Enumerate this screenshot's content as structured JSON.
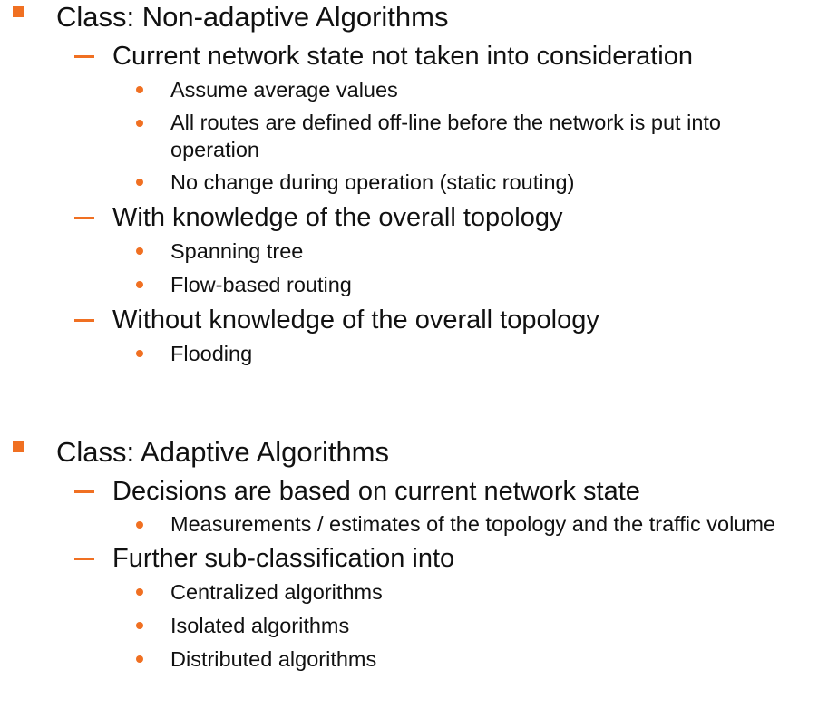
{
  "colors": {
    "accent": "#f07022",
    "text": "#111111",
    "background": "#ffffff"
  },
  "sections": [
    {
      "title": "Class: Non-adaptive Algorithms",
      "subitems": [
        {
          "text": "Current network state not taken into consideration",
          "points": [
            "Assume average values",
            "All routes are defined off-line before the network is put into operation",
            "No change during operation (static routing)"
          ]
        },
        {
          "text": "With knowledge of the overall topology",
          "points": [
            "Spanning tree",
            "Flow-based routing"
          ]
        },
        {
          "text": "Without knowledge of the overall topology",
          "points": [
            "Flooding"
          ]
        }
      ]
    },
    {
      "title": "Class: Adaptive Algorithms",
      "subitems": [
        {
          "text": "Decisions are based on current network state",
          "points": [
            "Measurements / estimates of the topology and the traffic volume"
          ]
        },
        {
          "text": "Further sub-classification into",
          "points": [
            "Centralized algorithms",
            "Isolated algorithms",
            "Distributed algorithms"
          ]
        }
      ]
    }
  ]
}
